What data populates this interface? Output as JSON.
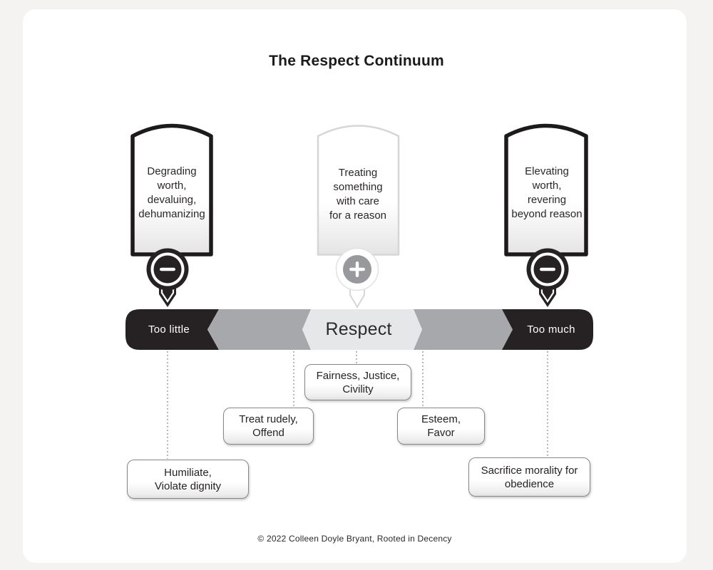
{
  "title": "The Respect Continuum",
  "footer": "© 2022 Colleen Doyle Bryant, Rooted in Decency",
  "colors": {
    "background": "#f4f3f1",
    "card": "#ffffff",
    "dark": "#262223",
    "mid_gray": "#a6a8ab",
    "light_gray": "#e6e7e8",
    "marker_gray": "#97999c",
    "connector_gray": "#909295"
  },
  "banners": [
    {
      "id": "too-little",
      "variant": "dark",
      "marker": "minus",
      "text": "Degrading\nworth,\ndevaluing,\ndehumanizing"
    },
    {
      "id": "respect",
      "variant": "light",
      "marker": "plus",
      "text": "Treating\nsomething\nwith care\nfor a reason"
    },
    {
      "id": "too-much",
      "variant": "dark",
      "marker": "minus",
      "text": "Elevating\nworth,\nrevering\nbeyond reason"
    }
  ],
  "continuum": {
    "left_label": "Too little",
    "center_label": "Respect",
    "right_label": "Too much"
  },
  "callouts": [
    {
      "id": "fairness",
      "text": "Fairness, Justice,\nCivility"
    },
    {
      "id": "treat-rudely",
      "text": "Treat rudely,\nOffend"
    },
    {
      "id": "esteem",
      "text": "Esteem,\nFavor"
    },
    {
      "id": "humiliate",
      "text": "Humiliate,\nViolate dignity"
    },
    {
      "id": "sacrifice",
      "text": "Sacrifice morality for\nobedience"
    }
  ],
  "markers": {
    "minus": "−",
    "plus": "+"
  }
}
